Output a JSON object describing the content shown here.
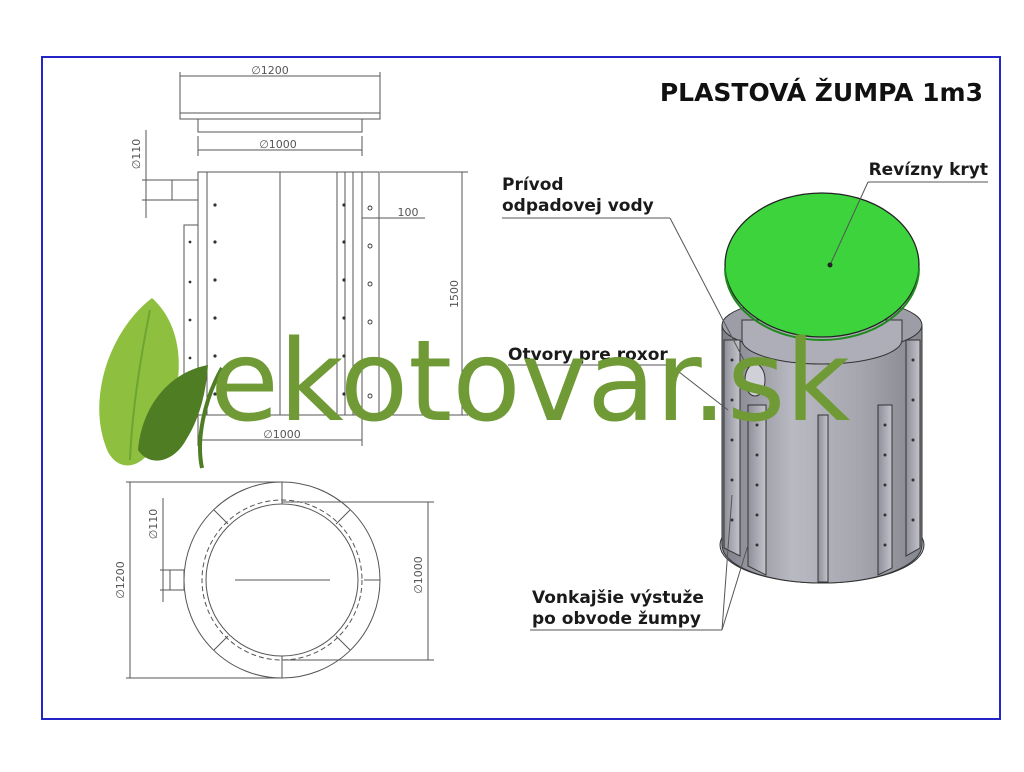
{
  "title": "PLASTOVÁ ŽUMPA 1m3",
  "dimensions": {
    "cover_diameter": "∅1200",
    "tank_inner_top": "∅1000",
    "inlet_pipe": "∅110",
    "rib_depth": "100",
    "height": "1500",
    "tank_bottom": "∅1000",
    "plan_outer": "∅1200",
    "plan_inlet": "∅110",
    "plan_inner": "∅1000"
  },
  "callouts": {
    "inlet_line1": "Prívod",
    "inlet_line2": "odpadovej vody",
    "cover": "Revízny kryt",
    "rebar_holes": "Otvory pre roxor",
    "ribs_line1": "Vonkajšie výstuže",
    "ribs_line2": "po obvode žumpy"
  },
  "watermark": {
    "brand": "ekotovar.sk",
    "accent_color": "#6f9a36",
    "leaf_light": "#8fbf3f",
    "leaf_dark": "#4f7d24",
    "icon": "leaf-icon"
  },
  "colors": {
    "frame": "#2424c8",
    "cover_green": "#3dd33d",
    "tank_gray": "#a9a9b3",
    "line": "#555555"
  }
}
